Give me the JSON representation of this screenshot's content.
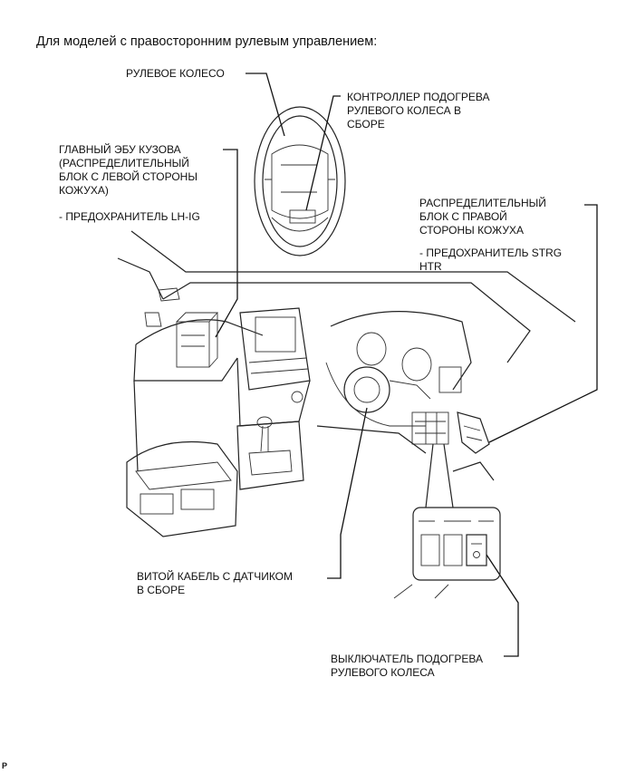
{
  "title": "Для моделей с правосторонним рулевым управлением:",
  "labels": {
    "steering_wheel": "РУЛЕВОЕ КОЛЕСО",
    "heater_controller": "КОНТРОЛЛЕР ПОДОГРЕВА\nРУЛЕВОГО КОЛЕСА В\nСБОРЕ",
    "main_body_ecu": "ГЛАВНЫЙ ЭБУ КУЗОВА\n(РАСПРЕДЕЛИТЕЛЬНЫЙ\nБЛОК С ЛЕВОЙ СТОРОНЫ\nКОЖУХА)",
    "fuse_lh_ig": "- ПРЕДОХРАНИТЕЛЬ LH-IG",
    "right_junction_block": "РАСПРЕДЕЛИТЕЛЬНЫЙ\nБЛОК С ПРАВОЙ\nСТОРОНЫ КОЖУХА",
    "fuse_strg_htr": "- ПРЕДОХРАНИТЕЛЬ STRG\nHTR",
    "spiral_cable": "ВИТОЙ КАБЕЛЬ С ДАТЧИКОМ\nВ СБОРЕ",
    "heater_switch": "ВЫКЛЮЧАТЕЛЬ ПОДОГРЕВА\nРУЛЕВОГО КОЛЕСА"
  },
  "footer_code": "P"
}
